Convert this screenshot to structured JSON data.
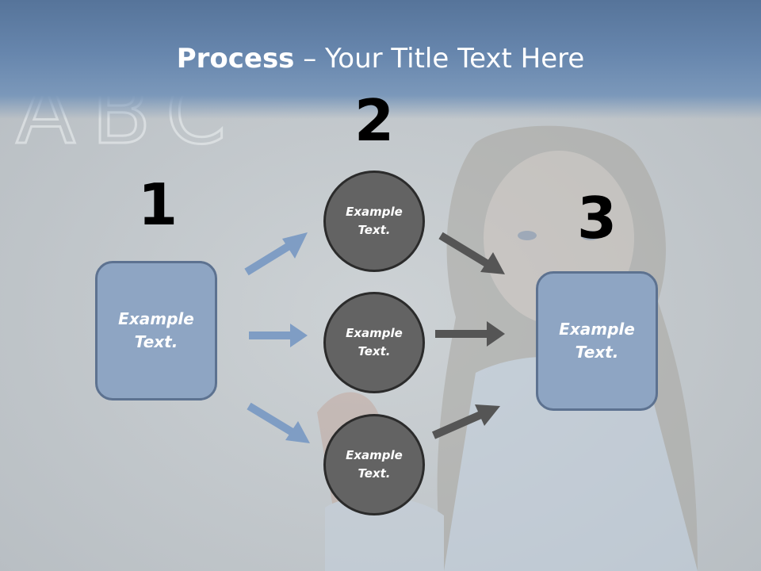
{
  "title": {
    "bold": "Process",
    "rest": " – Your Title Text Here"
  },
  "numbers": [
    "1",
    "2",
    "3"
  ],
  "box_left": {
    "label": "Example Text."
  },
  "box_right": {
    "label": "Example Text."
  },
  "circles": [
    {
      "label": "Example Text."
    },
    {
      "label": "Example Text."
    },
    {
      "label": "Example Text."
    }
  ],
  "background": {
    "chalkboard_text": "ABC"
  },
  "colors": {
    "box_fill": "#8ea5c3",
    "box_border": "#5d7290",
    "circle_fill": "#636363",
    "circle_border": "#2b2b2b",
    "blue_arrow": "#7f9dc4",
    "gray_arrow": "#555555",
    "title_band": "#6786ad"
  }
}
